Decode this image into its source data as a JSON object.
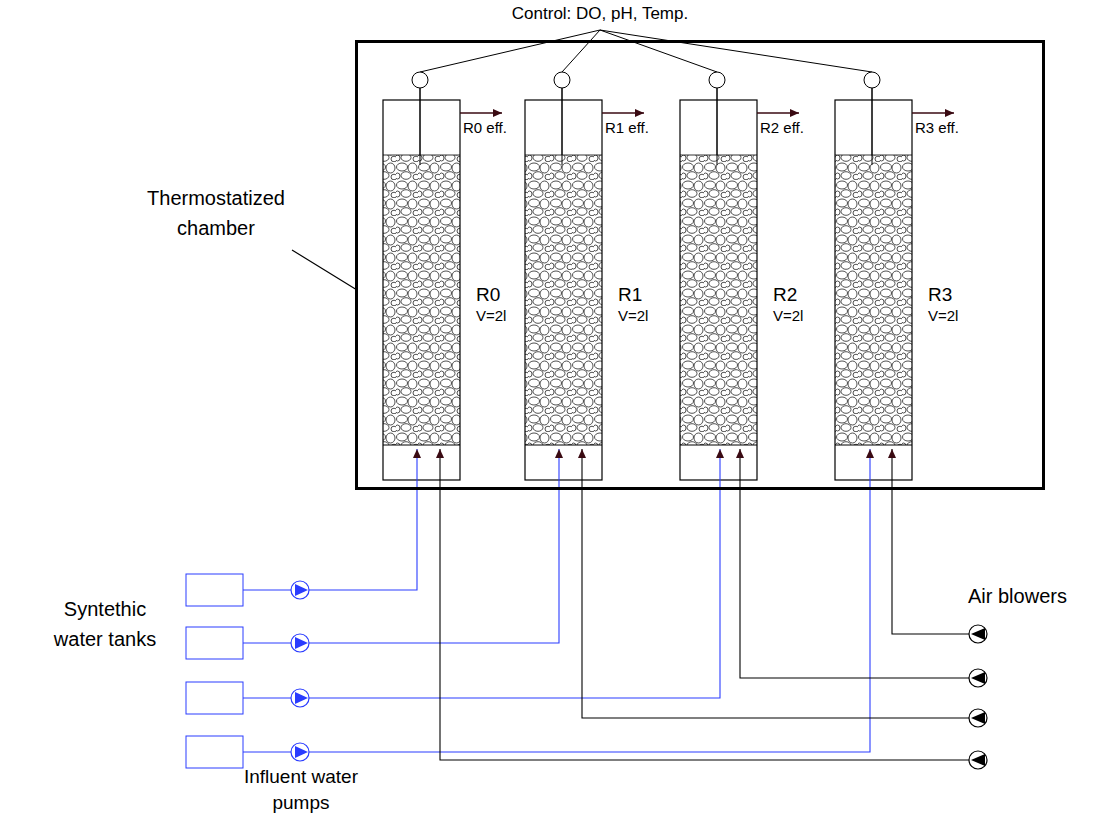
{
  "diagram": {
    "nodes": [
      {
        "text": [
          "Thermostatized chamber"
        ]
      },
      {
        "text": [
          "R0",
          "V=2l"
        ],
        "in": 0
      },
      {
        "text": [
          "R1",
          "V=2l"
        ],
        "in": 0
      },
      {
        "text": [
          "R2",
          "V=2l"
        ],
        "in": 0
      },
      {
        "text": [
          "R3",
          "V=2l"
        ],
        "in": 0
      }
    ],
    "labels": [
      "Control: DO, pH, Temp.",
      "R0 eff.",
      "R1 eff.",
      "R2 eff.",
      "R3 eff.",
      "Syntethic water tanks",
      "Influent water pumps",
      "Air blowers"
    ]
  }
}
